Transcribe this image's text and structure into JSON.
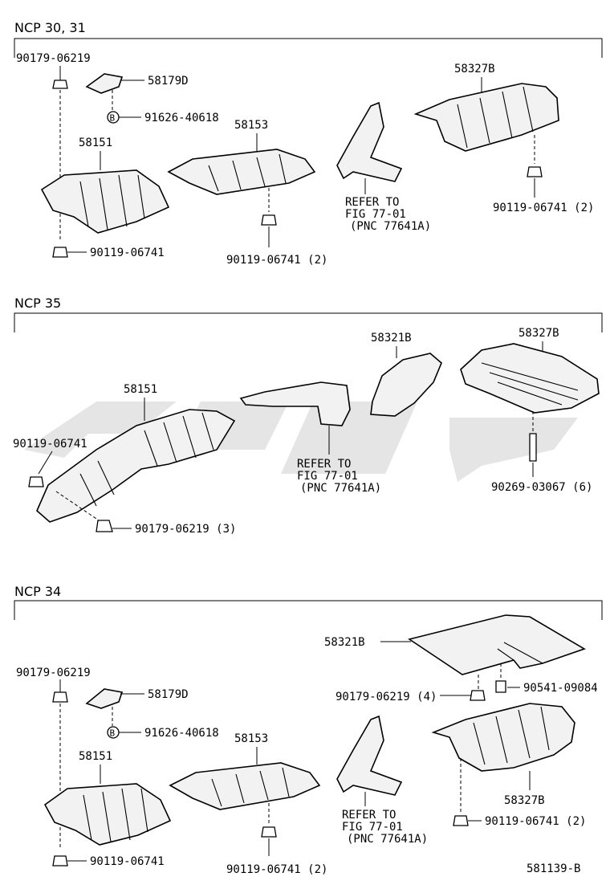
{
  "sections": [
    {
      "title": "NCP 30, 31",
      "labels": {
        "bolt_top": "90179-06219",
        "bracket": "58179D",
        "bolt_b": "91626-40618",
        "ins_1": "58151",
        "ins_2": "58153",
        "ins_3": "58327B",
        "bolt_1": "90119-06741",
        "bolt_2": "90119-06741 (2)",
        "bolt_3": "90119-06741 (2)",
        "refer_1": "REFER TO",
        "refer_2": "FIG 77-01",
        "refer_3": "(PNC 77641A)"
      }
    },
    {
      "title": "NCP 35",
      "labels": {
        "ins_1": "58151",
        "ins_2": "58321B",
        "ins_3": "58327B",
        "bolt_left": "90119-06741",
        "bolt_nut": "90179-06219 (3)",
        "clip": "90269-03067 (6)",
        "refer_1": "REFER TO",
        "refer_2": "FIG 77-01",
        "refer_3": "(PNC 77641A)"
      }
    },
    {
      "title": "NCP 34",
      "labels": {
        "bolt_top": "90179-06219",
        "bracket": "58179D",
        "bolt_b": "91626-40618",
        "ins_1": "58151",
        "ins_2": "58153",
        "plate": "58321B",
        "nut_4": "90179-06219 (4)",
        "clip": "90541-09084",
        "ins_3": "58327B",
        "bolt_1": "90119-06741",
        "bolt_2": "90119-06741 (2)",
        "bolt_3": "90119-06741 (2)",
        "refer_1": "REFER TO",
        "refer_2": "FIG 77-01",
        "refer_3": "(PNC 77641A)"
      }
    }
  ],
  "markers": {
    "b": "B"
  },
  "figure_id": "581139-B"
}
